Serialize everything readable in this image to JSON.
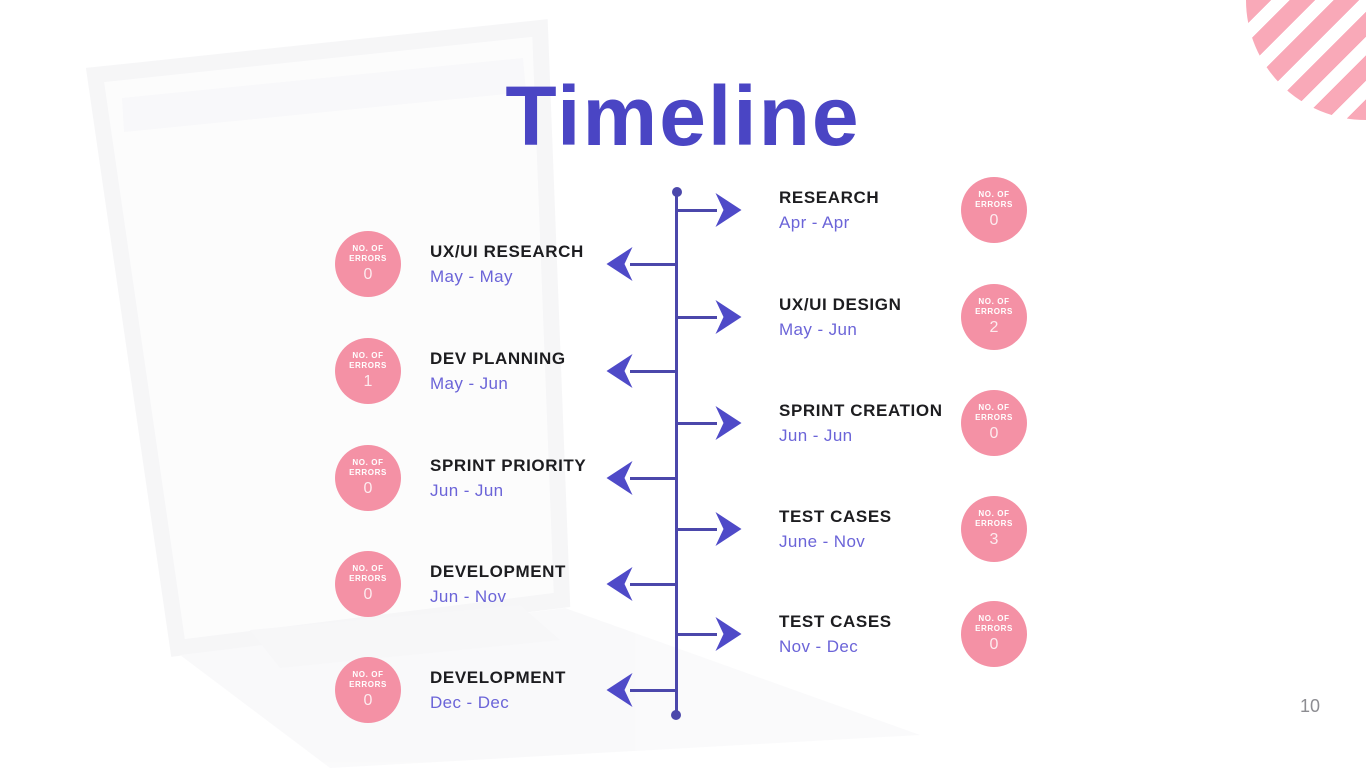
{
  "slide": {
    "title": "Timeline",
    "page_number": "10"
  },
  "badge": {
    "label_line1": "NO. OF",
    "label_line2": "ERRORS"
  },
  "timeline": {
    "left_items": [
      {
        "title": "UX/UI RESEARCH",
        "dates": "May - May",
        "errors": "0"
      },
      {
        "title": "DEV PLANNING",
        "dates": "May - Jun",
        "errors": "1"
      },
      {
        "title": "SPRINT PRIORITY",
        "dates": "Jun - Jun",
        "errors": "0"
      },
      {
        "title": "DEVELOPMENT",
        "dates": "Jun - Nov",
        "errors": "0"
      },
      {
        "title": "DEVELOPMENT",
        "dates": "Dec - Dec",
        "errors": "0"
      }
    ],
    "right_items": [
      {
        "title": "RESEARCH",
        "dates": "Apr - Apr",
        "errors": "0"
      },
      {
        "title": "UX/UI DESIGN",
        "dates": "May - Jun",
        "errors": "2"
      },
      {
        "title": "SPRINT CREATION",
        "dates": "Jun - Jun",
        "errors": "0"
      },
      {
        "title": "TEST CASES",
        "dates": "June - Nov",
        "errors": "3"
      },
      {
        "title": "TEST CASES",
        "dates": "Nov - Dec",
        "errors": "0"
      }
    ]
  },
  "colors": {
    "title_purple": "#4a45c4",
    "line_purple": "#4b47ab",
    "arrow_purple": "#4f4ac8",
    "dates_purple": "#6b64d8",
    "badge_pink": "#f491a5",
    "stripe_pink": "#f9a9b8",
    "heading_black": "#1d1d20",
    "page_number_gray": "#8d8d92"
  }
}
